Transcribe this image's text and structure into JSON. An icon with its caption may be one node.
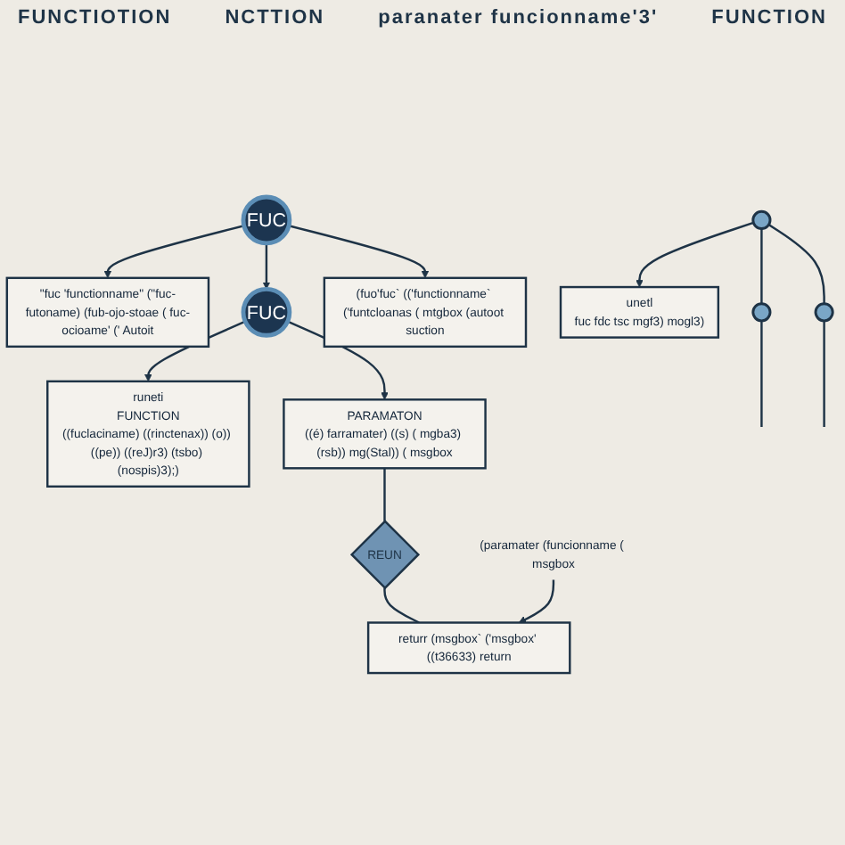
{
  "diagram": {
    "nodes": [
      {
        "text": [
          "\"fuc 'functionname\" (\"fuc-futoname) (fub-ojo-stoae ( fuc-ocioame' (' Autoit"
        ]
      },
      {
        "text": [
          "FUC"
        ]
      },
      {
        "text": [
          "(fuo'fuc` (('functionname` ('funtcloanas ( mtgbox (autoot suction"
        ]
      },
      {
        "text": [
          "runeti",
          "FUNCTION",
          "((fuclaciname) ((rinctenax)) (o)) ((pe)) ((reJ)r3) (tsbo) (nospis)3);)"
        ]
      },
      {
        "text": [
          "FUC"
        ]
      },
      {
        "text": [
          "PARAMATON",
          "((é) farramater) ((s) ( mgba3) (rsb)) mg(Stal)) ( msgbox"
        ]
      },
      {
        "text": [
          "REUN"
        ]
      },
      {
        "text": [
          "unetl",
          "fuc fdc tsc mgf3) mogl3)"
        ]
      },
      {
        "text": [],
        "shape": "circle"
      },
      {
        "text": [],
        "shape": "circle"
      },
      {
        "text": [],
        "shape": "circle"
      },
      {
        "text": [
          "(paramater (funcionname ( msgbox"
        ]
      },
      {
        "text": [
          "returr (msgbox` ('msgbox' ((t36633) return"
        ]
      }
    ],
    "edges": [
      {
        "from": 1,
        "to": 0,
        "arrow": "to"
      },
      {
        "from": 1,
        "to": 2,
        "arrow": "to"
      },
      {
        "from": 1,
        "to": 4,
        "arrow": "to"
      },
      {
        "from": 4,
        "to": 3,
        "arrow": "to"
      },
      {
        "from": 4,
        "to": 5,
        "arrow": "to"
      },
      {
        "from": 5,
        "to": 6,
        "arrow": "none"
      },
      {
        "from": 6,
        "to": 12,
        "arrow": "none"
      },
      {
        "from": 9,
        "to": 8,
        "arrow": "none"
      },
      {
        "from": 9,
        "to": 10,
        "arrow": "none"
      },
      {
        "from": 8,
        "to": null,
        "arrow": "none"
      },
      {
        "from": 10,
        "to": null,
        "arrow": "none"
      },
      {
        "from": 9,
        "to": 7,
        "arrow": "to"
      },
      {
        "from": 11,
        "to": 12,
        "arrow": "to"
      }
    ],
    "labels": [
      "FUNCTIOTION",
      "NCTTION",
      "paranater funcionname'3'",
      "FUNCTION"
    ]
  }
}
